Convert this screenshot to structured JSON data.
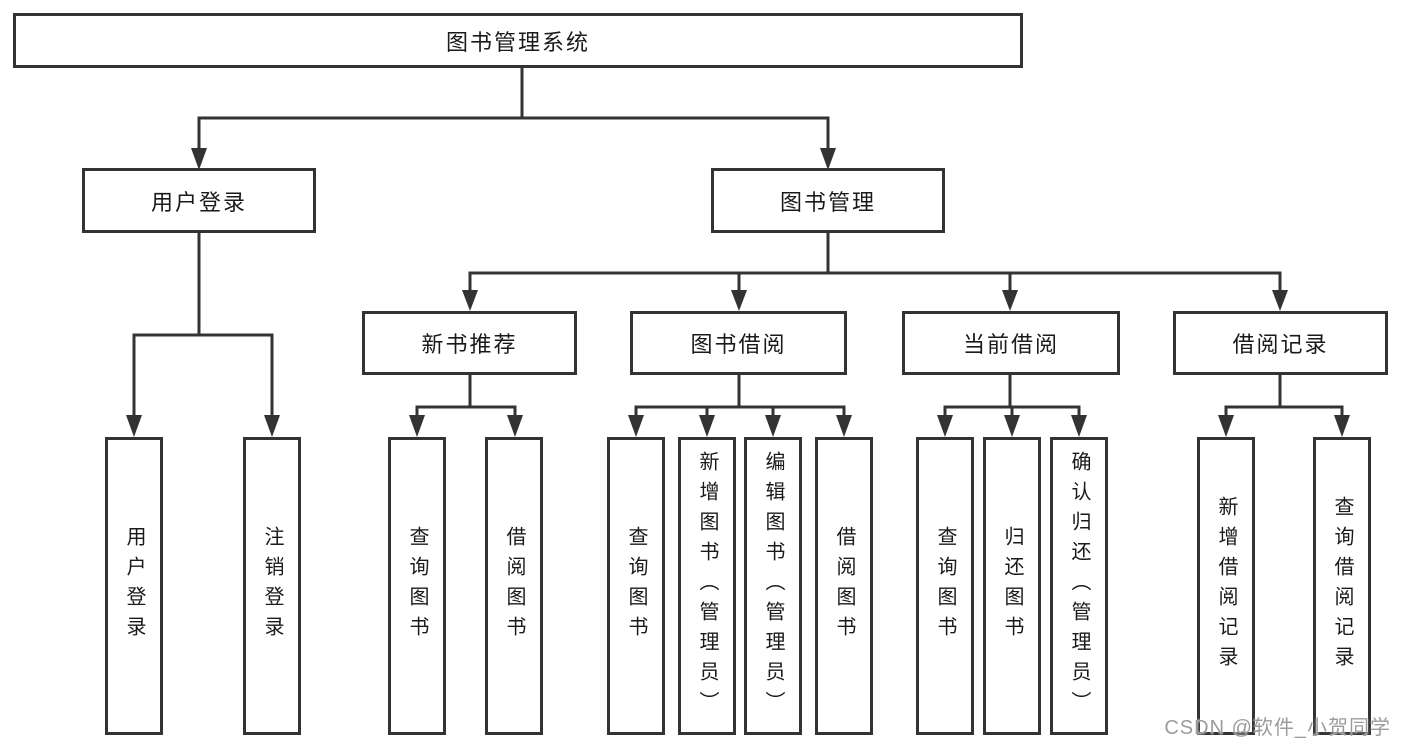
{
  "tree": {
    "root": {
      "label": "图书管理系统"
    },
    "branches": [
      {
        "label": "用户登录",
        "children": [
          {
            "label": "用户登录"
          },
          {
            "label": "注销登录"
          }
        ]
      },
      {
        "label": "图书管理",
        "children": [
          {
            "label": "新书推荐",
            "children": [
              {
                "label": "查询图书"
              },
              {
                "label": "借阅图书"
              }
            ]
          },
          {
            "label": "图书借阅",
            "children": [
              {
                "label": "查询图书"
              },
              {
                "label": "新增图书（管理员）"
              },
              {
                "label": "编辑图书（管理员）"
              },
              {
                "label": "借阅图书"
              }
            ]
          },
          {
            "label": "当前借阅",
            "children": [
              {
                "label": "查询图书"
              },
              {
                "label": "归还图书"
              },
              {
                "label": "确认归还（管理员）"
              }
            ]
          },
          {
            "label": "借阅记录",
            "children": [
              {
                "label": "新增借阅记录"
              },
              {
                "label": "查询借阅记录"
              }
            ]
          }
        ]
      }
    ]
  },
  "watermark": {
    "text": "CSDN @软件_小贺同学"
  },
  "colors": {
    "line": "#333333",
    "box_border": "#333333",
    "box_fill": "#ffffff",
    "text": "#1a1a1a",
    "watermark": "#9c9c9c"
  }
}
